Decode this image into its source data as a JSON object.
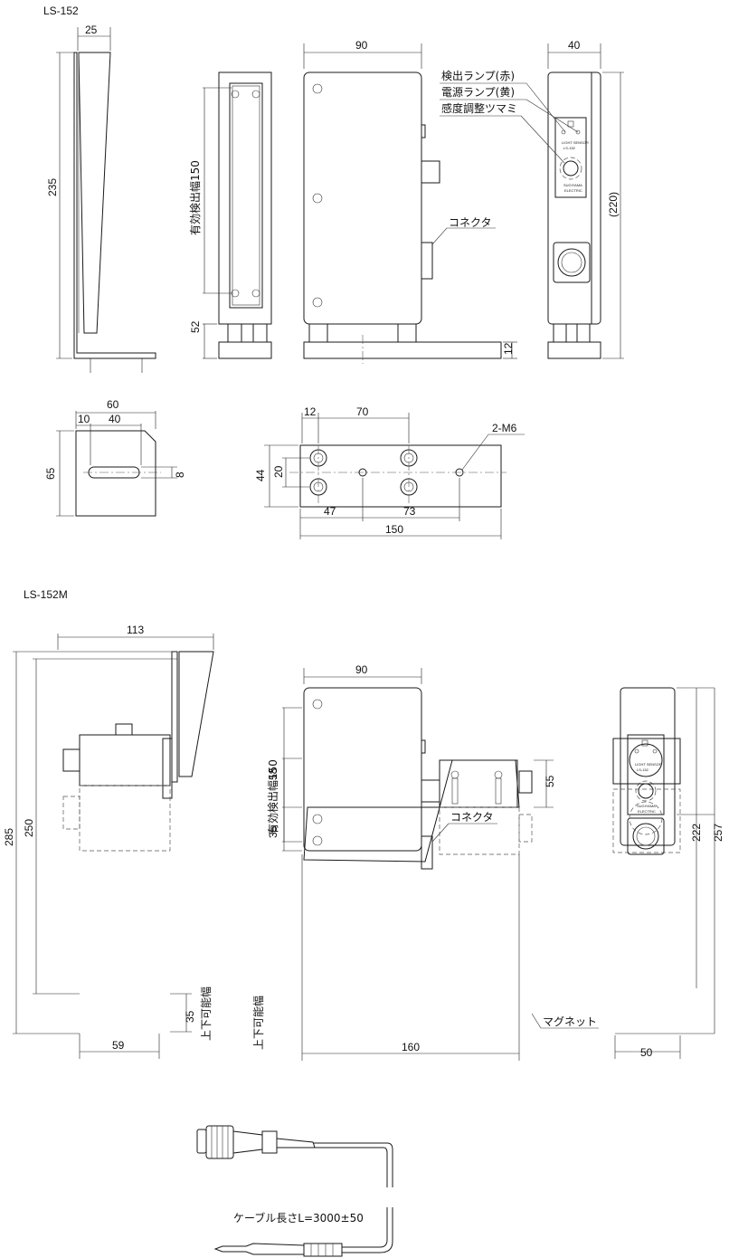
{
  "model_1": "LS-152",
  "model_2": "LS-152M",
  "dims1": {
    "side_w": "25",
    "side_h": "235",
    "eff_width": "有効検出幅150",
    "bottom_h": "52",
    "front_w": "90",
    "base_h": "12",
    "right_w": "40",
    "right_h": "(220)",
    "plate_w": "60",
    "plate_a": "10",
    "plate_b": "40",
    "plate_h": "65",
    "slot": "8",
    "base_12": "12",
    "base_70": "70",
    "base_44": "44",
    "base_20": "20",
    "base_47": "47",
    "base_73": "73",
    "base_150": "150",
    "holes": "2-M6"
  },
  "dims2": {
    "side_w": "113",
    "h_285": "285",
    "h_250": "250",
    "h_35": "35",
    "bottom_w": "59",
    "adjust": "上下可能幅",
    "front_w": "90",
    "eff_width": "有効検出幅150",
    "h_58": "58",
    "h_35b": "35",
    "h_55": "55",
    "base_w": "160",
    "right_w": "50",
    "h_222": "222",
    "h_257": "257"
  },
  "labels": {
    "lamp_red": "検出ランプ(赤)",
    "lamp_yellow": "電源ランプ(黄)",
    "knob": "感度調整ツマミ",
    "connector": "コネクタ",
    "magnet": "マグネット",
    "cable": "ケーブル長さL=3000±50",
    "panel_title": "LIGHT SENSOR",
    "panel_model": "LS-152",
    "panel_maker": "SUGIYAMA",
    "panel_maker2": "ELECTRIC"
  }
}
